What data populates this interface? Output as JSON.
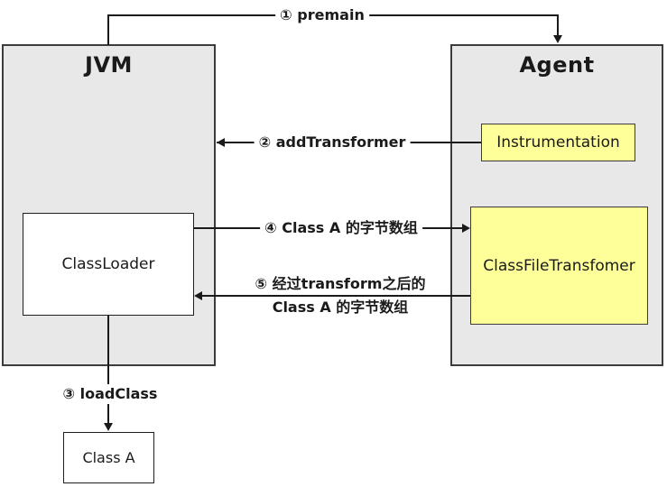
{
  "diagram": {
    "background": "#ffffff",
    "colors": {
      "container_fill": "#e8e8e8",
      "container_border": "#3c3c3c",
      "highlight_fill": "#ffff99",
      "node_fill": "#ffffff",
      "node_border": "#1f1f1f",
      "line": "#1a1a1a",
      "text": "#1a1a1a"
    },
    "containers": {
      "jvm": {
        "label": "JVM"
      },
      "agent": {
        "label": "Agent"
      }
    },
    "nodes": {
      "instrumentation": {
        "label": "Instrumentation"
      },
      "class_file_transfomer": {
        "label": "ClassFileTransfomer"
      },
      "class_loader": {
        "label": "ClassLoader"
      },
      "class_a": {
        "label": "Class A"
      }
    },
    "edges": {
      "premain": {
        "label": "① premain",
        "from": "JVM",
        "to": "Agent"
      },
      "add_transformer": {
        "label": "② addTransformer",
        "from": "Instrumentation",
        "to": "JVM"
      },
      "load_class": {
        "label": "③ loadClass",
        "from": "ClassLoader",
        "to": "Class A"
      },
      "class_bytes": {
        "label": "④ Class A 的字节数组",
        "from": "ClassLoader",
        "to": "ClassFileTransfomer"
      },
      "transformed_bytes": {
        "label_line1": "⑤ 经过transform之后的",
        "label_line2": "Class A 的字节数组",
        "from": "ClassFileTransfomer",
        "to": "ClassLoader"
      }
    }
  }
}
